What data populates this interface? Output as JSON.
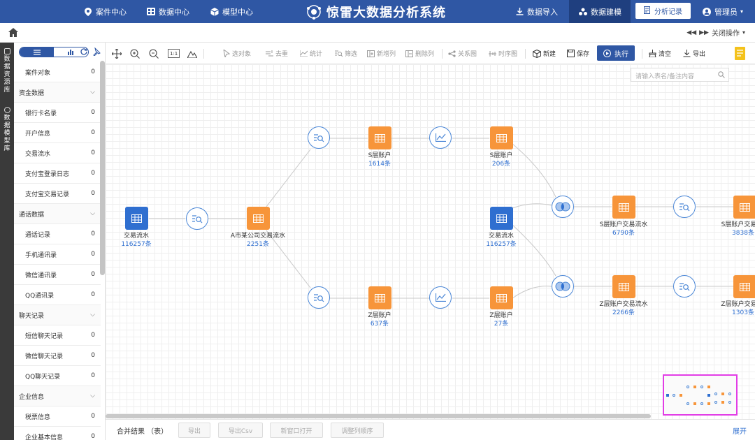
{
  "topnav": {
    "items": [
      {
        "label": "案件中心",
        "icon": "location-pin-icon"
      },
      {
        "label": "数据中心",
        "icon": "grid-icon"
      },
      {
        "label": "模型中心",
        "icon": "cube-icon"
      }
    ],
    "app_title": "惊雷大数据分析系统",
    "data_import": "数据导入",
    "data_modeling": "数据建模",
    "analysis_record": "分析记录",
    "user": "管理员",
    "colors": {
      "nav_bg": "#2f57a4",
      "active_bg": "#1f3f7f",
      "orange_node": "#f7953a",
      "blue_node": "#2f6fd0"
    }
  },
  "subbar": {
    "close_ops": "关闭操作"
  },
  "vtabs": [
    {
      "label": "数据资源库"
    },
    {
      "label": "数据模型库"
    }
  ],
  "sidebar": {
    "rows": [
      {
        "label": "案件对象",
        "count": "0",
        "group": false
      },
      {
        "label": "资金数据",
        "count": "",
        "group": true
      },
      {
        "label": "银行卡名录",
        "count": "0",
        "group": false
      },
      {
        "label": "开户信息",
        "count": "0",
        "group": false
      },
      {
        "label": "交易流水",
        "count": "0",
        "group": false
      },
      {
        "label": "支付宝登录日志",
        "count": "0",
        "group": false
      },
      {
        "label": "支付宝交易记录",
        "count": "0",
        "group": false
      },
      {
        "label": "通话数据",
        "count": "",
        "group": true
      },
      {
        "label": "通话记录",
        "count": "0",
        "group": false
      },
      {
        "label": "手机通讯录",
        "count": "0",
        "group": false
      },
      {
        "label": "微信通讯录",
        "count": "0",
        "group": false
      },
      {
        "label": "QQ通讯录",
        "count": "0",
        "group": false
      },
      {
        "label": "聊天记录",
        "count": "",
        "group": true
      },
      {
        "label": "短信聊天记录",
        "count": "0",
        "group": false
      },
      {
        "label": "微信聊天记录",
        "count": "0",
        "group": false
      },
      {
        "label": "QQ聊天记录",
        "count": "0",
        "group": false
      },
      {
        "label": "企业信息",
        "count": "",
        "group": true
      },
      {
        "label": "税票信息",
        "count": "0",
        "group": false
      },
      {
        "label": "企业基本信息",
        "count": "0",
        "group": false
      }
    ]
  },
  "toolbar": {
    "select_object": "选对象",
    "dedupe": "去重",
    "stats": "统计",
    "filter": "筛选",
    "add_column": "新增列",
    "delete_column": "删除列",
    "relation_graph": "关系图",
    "timeline": "时序图",
    "new": "新建",
    "save": "保存",
    "execute": "执行",
    "clear": "清空",
    "export": "导出",
    "reset_zoom": "1:1"
  },
  "canvas": {
    "search_placeholder": "请输入表名/备注内容",
    "nodes": [
      {
        "id": "n1",
        "label": "交易流水",
        "count": "116257条"
      },
      {
        "id": "n2",
        "label": "A市某公司交易流水",
        "count": "2251条"
      },
      {
        "id": "n3",
        "label": "S层账户",
        "count": "1614条"
      },
      {
        "id": "n4",
        "label": "S层账户",
        "count": "206条"
      },
      {
        "id": "n5",
        "label": "Z层账户",
        "count": "637条"
      },
      {
        "id": "n6",
        "label": "Z层账户",
        "count": "27条"
      },
      {
        "id": "n7",
        "label": "交易流水",
        "count": "116257条"
      },
      {
        "id": "n8",
        "label": "S层账户交易流水",
        "count": "6790条"
      },
      {
        "id": "n9",
        "label": "Z层账户交易流水",
        "count": "2266条"
      },
      {
        "id": "n10",
        "label": "S层账户交易",
        "count": "3838条"
      },
      {
        "id": "n11",
        "label": "Z层账户交易",
        "count": "1303条"
      }
    ]
  },
  "bottombar": {
    "title": "合并结果 （表）",
    "export": "导出",
    "export_csv": "导出Csv",
    "open_new_window": "新窗口打开",
    "adjust_column_order": "调整列顺序",
    "expand": "展开"
  }
}
